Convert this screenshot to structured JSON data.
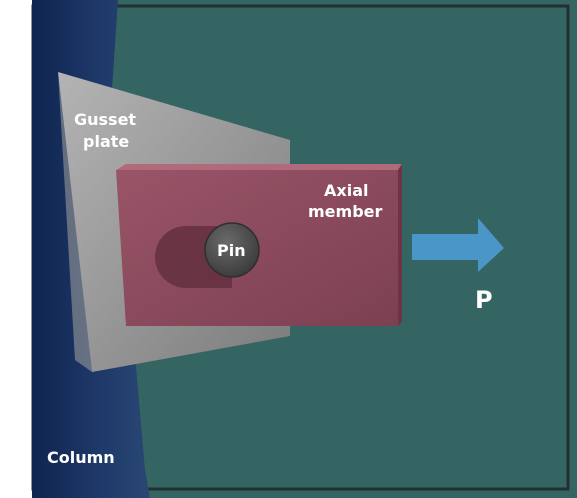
{
  "labels": {
    "gusset_line1": "Gusset",
    "gusset_line2": "plate",
    "axial_line1": "Axial",
    "axial_line2": "member",
    "pin": "Pin",
    "load": "P",
    "column": "Column"
  },
  "colors": {
    "background": "#346562",
    "frame": "#252a2a",
    "column": "#1c3460",
    "column_shade": "#142850",
    "gusset": "#8c8c8c",
    "gusset_light": "#a6a6a6",
    "member": "#8e4a5c",
    "member_edge": "#6e3446",
    "pin": "#4a4a4a",
    "arrow": "#4a96c8"
  }
}
